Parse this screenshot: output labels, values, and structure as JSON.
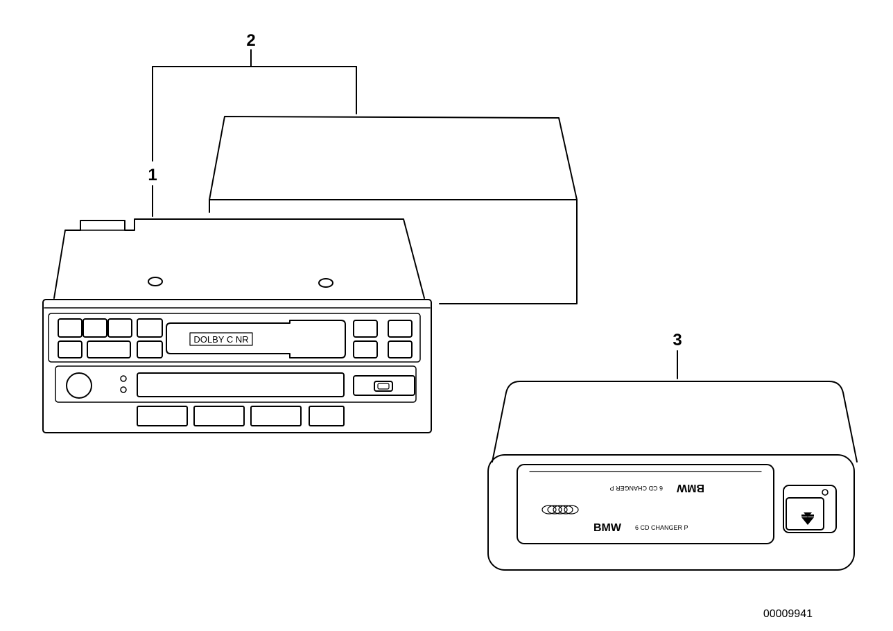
{
  "callouts": {
    "one": "1",
    "two": "2",
    "three": "3"
  },
  "radio": {
    "dolby_label": "DOLBY C NR"
  },
  "cd_changer": {
    "brand": "BMW",
    "model": "6 CD CHANGER P",
    "brand_mirrored": "BMW",
    "model_mirrored": "6 CD CHANGER P",
    "eject_icon": "eject-icon"
  },
  "diagram_code": "00009941",
  "colors": {
    "line": "#000000",
    "background": "#ffffff"
  }
}
